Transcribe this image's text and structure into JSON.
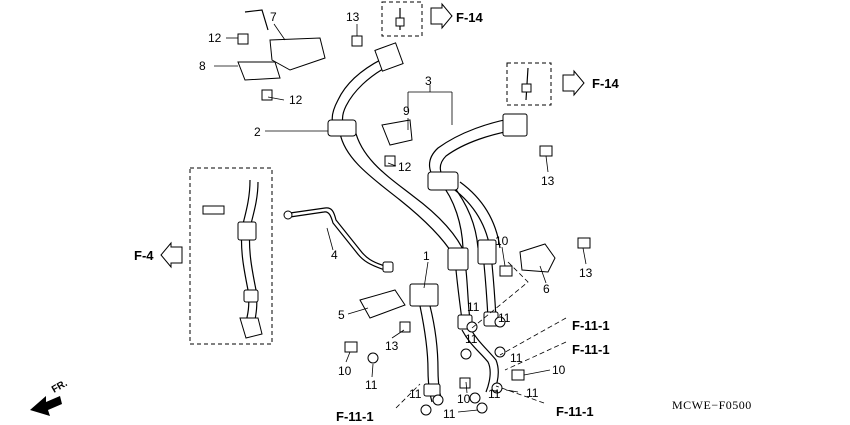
{
  "diagram": {
    "part_labels": {
      "p1": "1",
      "p2": "2",
      "p3": "3",
      "p4": "4",
      "p5": "5",
      "p6": "6",
      "p7": "7",
      "p8": "8",
      "p9": "9",
      "p10a": "10",
      "p10b": "10",
      "p10c": "10",
      "p10d": "10",
      "p11a": "11",
      "p11b": "11",
      "p11c": "11",
      "p11d": "11",
      "p11e": "11",
      "p11f": "11",
      "p11g": "11",
      "p11h": "11",
      "p11i": "11",
      "p12a": "12",
      "p12b": "12",
      "p12c": "12",
      "p13a": "13",
      "p13b": "13",
      "p13c": "13",
      "p13d": "13"
    },
    "references": {
      "f14_top": "F-14",
      "f14_right": "F-14",
      "f4": "F-4",
      "f11_1_a": "F-11-1",
      "f11_1_b": "F-11-1",
      "f11_1_c": "F-11-1",
      "f11_1_d": "F-11-1"
    },
    "direction_label": "FR.",
    "drawing_code": "MCWE−F0500"
  }
}
